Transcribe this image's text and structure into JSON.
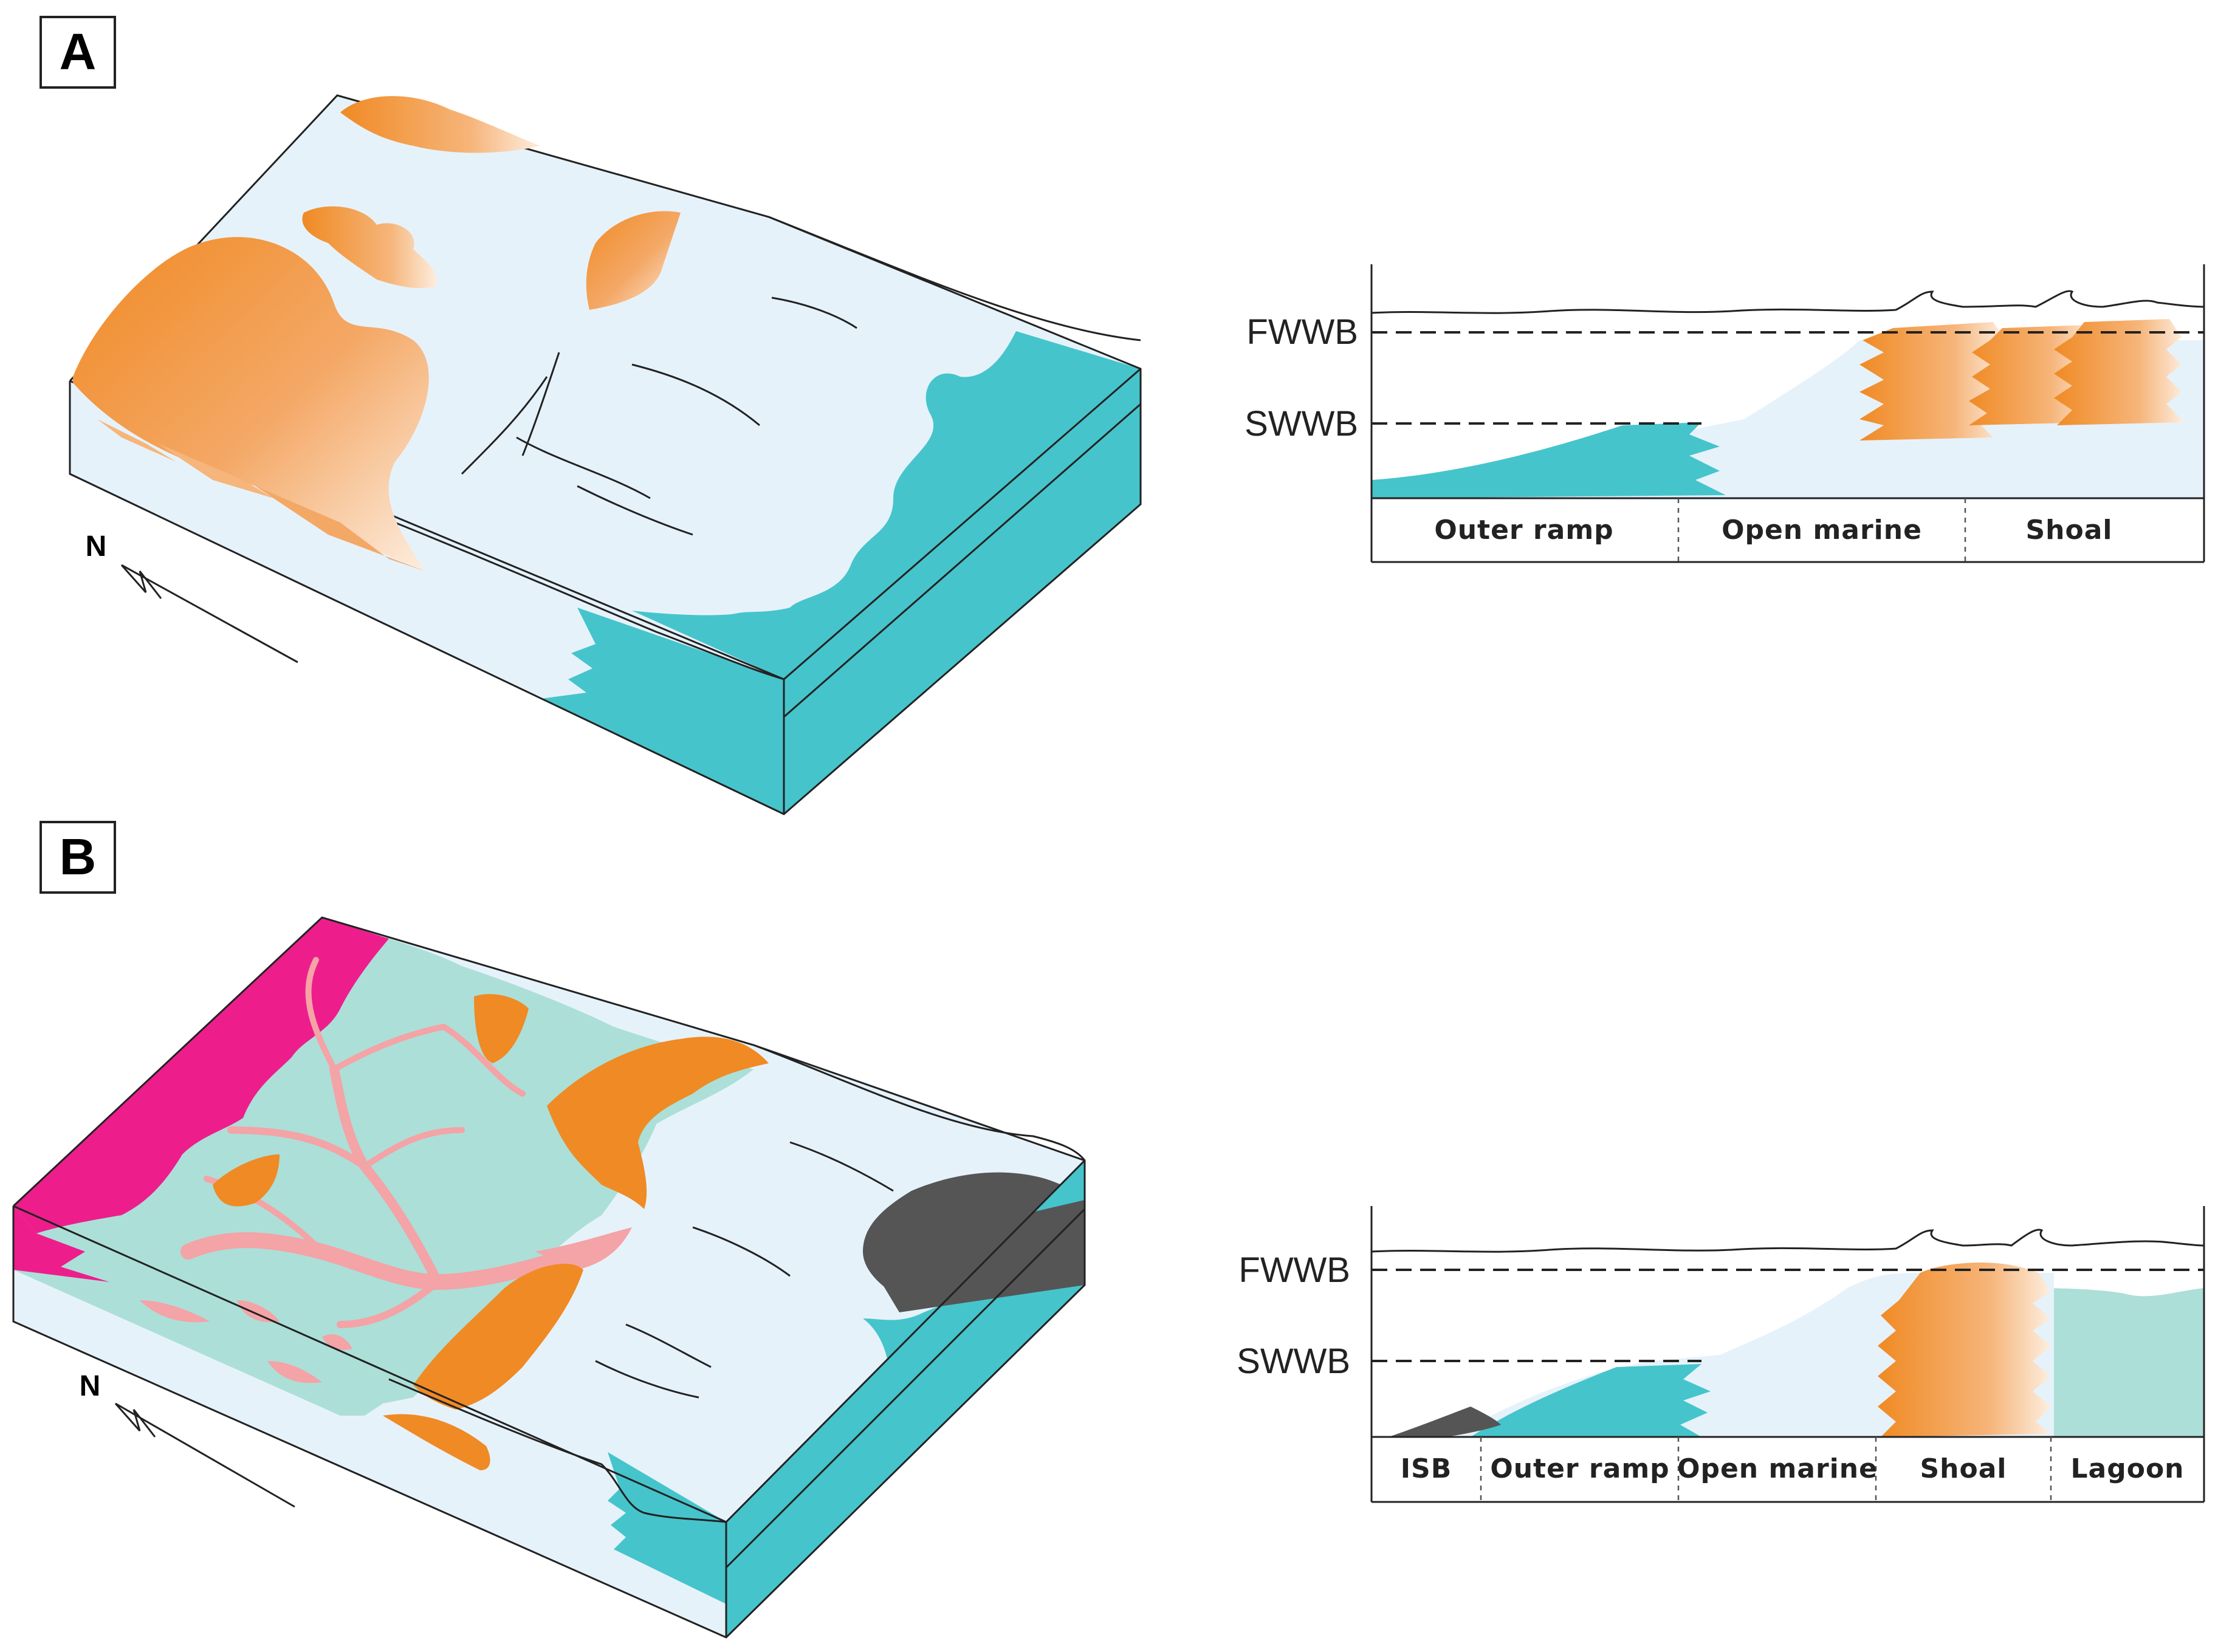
{
  "panel_a": {
    "label": "A",
    "north": "N",
    "profile": {
      "water_base_labels": {
        "fwwb": "FWWB",
        "swwb": "SWWB"
      },
      "zones": [
        "Outer ramp",
        "Open marine",
        "Shoal"
      ]
    }
  },
  "panel_b": {
    "label": "B",
    "north": "N",
    "profile": {
      "water_base_labels": {
        "fwwb": "FWWB",
        "swwb": "SWWB"
      },
      "zones": [
        "ISB",
        "Outer ramp",
        "Open marine",
        "Shoal",
        "Lagoon"
      ]
    }
  },
  "colors": {
    "open_marine": "#e6f2fa",
    "outer_ramp": "#46c4cc",
    "shoal": "#f08a24",
    "shoal_light": "#fde9d6",
    "lagoon": "#acdfd8",
    "delta_channel": "#f4a3a6",
    "land": "#ee1d8c",
    "isb": "#555555"
  }
}
